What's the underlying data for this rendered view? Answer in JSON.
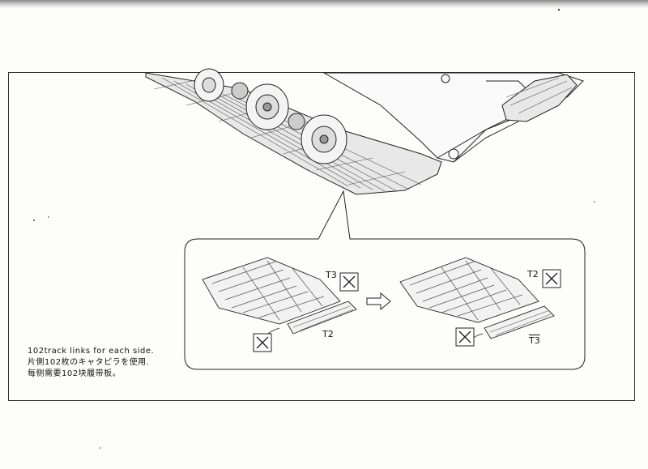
{
  "instructions": {
    "line1": "102track links for each side.",
    "line2": "片側102枚のキャタピラを使用.",
    "line3": "每侧需要102块履带板。"
  },
  "labels": {
    "left_t3": "T3",
    "left_t2": "T2",
    "right_t2": "T2",
    "right_t3": "T3"
  }
}
